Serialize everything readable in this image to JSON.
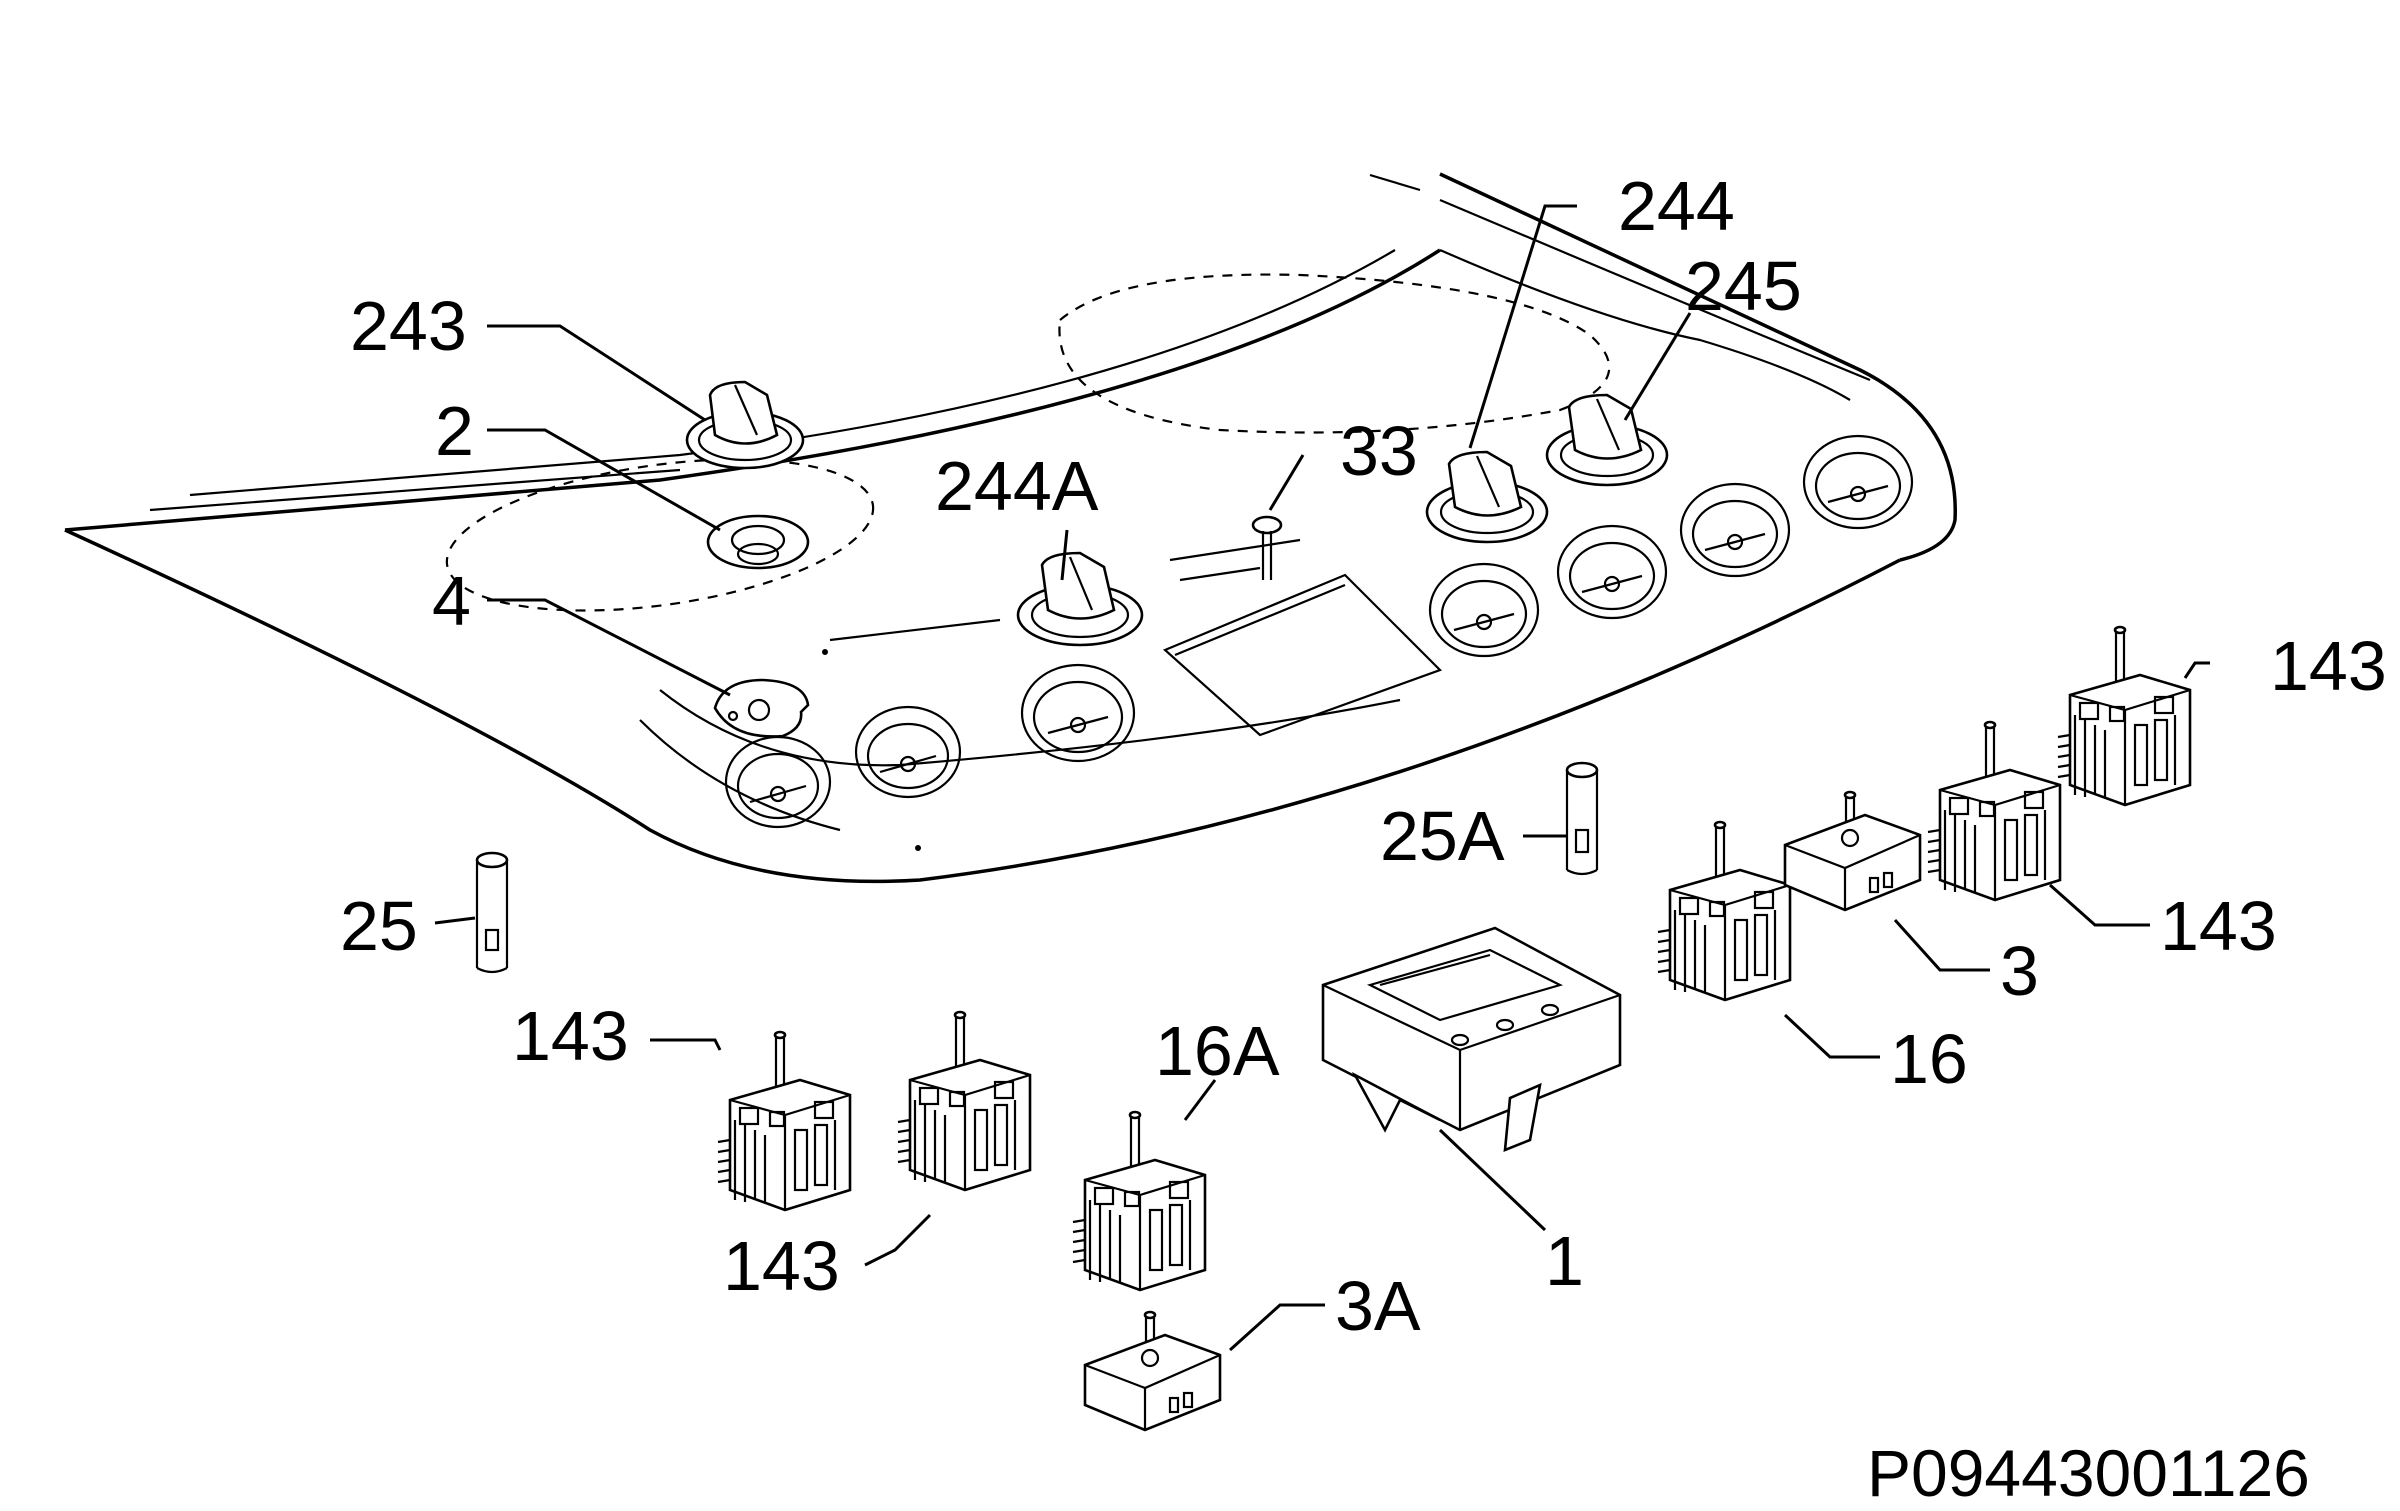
{
  "labels": {
    "243": "243",
    "2": "2",
    "4": "4",
    "244A": "244A",
    "33": "33",
    "244": "244",
    "245": "245",
    "25A": "25A",
    "25": "25",
    "143_right_top": "143",
    "143_right_mid": "143",
    "3": "3",
    "16": "16",
    "1": "1",
    "16A": "16A",
    "143_left_top": "143",
    "143_left_bottom": "143",
    "3A": "3A"
  },
  "drawing_code": "P09443001126"
}
